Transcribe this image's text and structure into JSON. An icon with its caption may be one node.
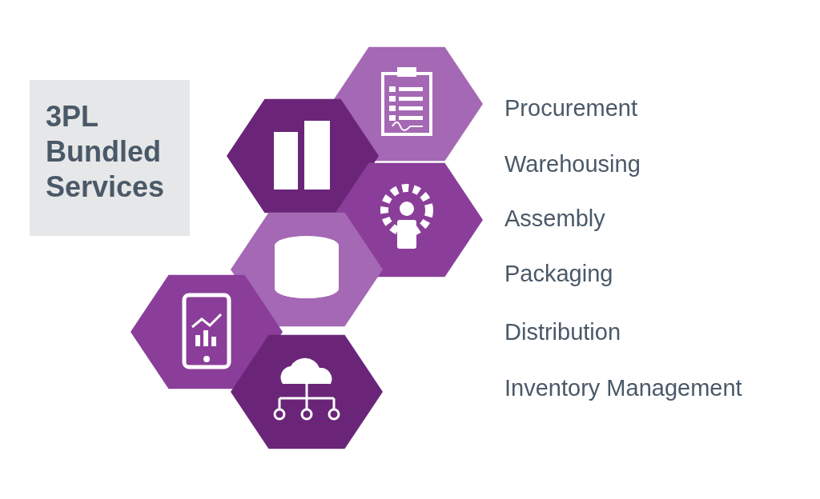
{
  "diagram": {
    "nodes": [
      {
        "text": [
          "3PL Bundled Services"
        ]
      }
    ],
    "labels": [
      "Procurement",
      "Warehousing",
      "Assembly",
      "Packaging",
      "Distribution",
      "Inventory Management"
    ]
  }
}
